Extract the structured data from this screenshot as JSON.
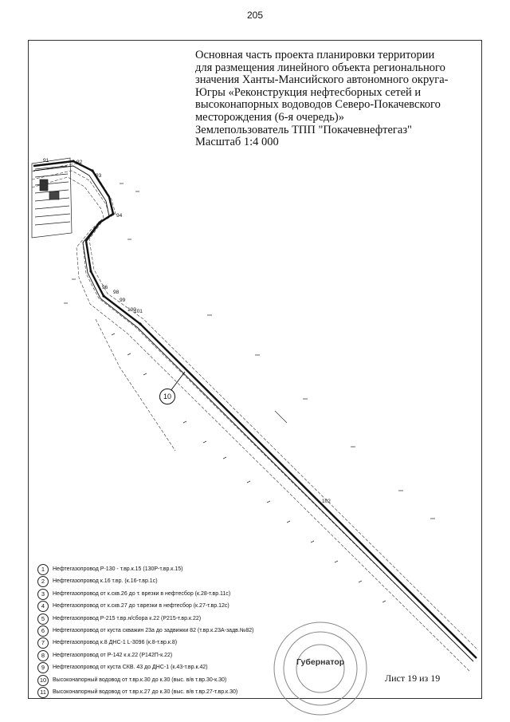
{
  "page_number": "205",
  "title_lines": [
    "Основная часть проекта планировки территории",
    "для размещения линейного объекта регионального",
    "значения Ханты-Мансийского автономного округа-",
    "Югры «Реконструкция нефтесборных сетей и",
    "высоконапорных водоводов Северо-Покачевского",
    "месторождения (6-я очередь)»",
    "Землепользователь ТПП \"Покачевнефтегаз\"",
    "Масштаб 1:4 000"
  ],
  "map_marker": "10",
  "point_labels": [
    "91",
    "92",
    "93",
    "94",
    "96",
    "98",
    "99",
    "100",
    "101",
    "102"
  ],
  "legend": [
    {
      "num": "1",
      "text": "Нефтегазопровод Р-130 - т.вр.к.15 (130Р-т.вр.к.15)"
    },
    {
      "num": "2",
      "text": "Нефтегазопровод к.16 т.вр. (к.16-т.вр.1с)"
    },
    {
      "num": "3",
      "text": "Нефтегазопровод от к.скв.26 до т. врезки в нефтесбор (к.28-т.вр.11с)"
    },
    {
      "num": "4",
      "text": "Нефтегазопровод от к.скв.27 до т.врезки в нефтесбор (к.27-т.вр.12с)"
    },
    {
      "num": "5",
      "text": "Нефтегазопровод Р-215 т.вр.н/сбора к.22 (Р215-т.вр.к.22)"
    },
    {
      "num": "6",
      "text": "Нефтегазопровод от куста скважин 23а до задвижки 82 (т.вр.к.23А-задв.№82)"
    },
    {
      "num": "7",
      "text": "Нефтегазопровод к.8 ДНС-1 L-3096 (к.8-т.вр.к.8)"
    },
    {
      "num": "8",
      "text": "Нефтегазопровод от Р-142 к.к.22 (Р142П-к.22)"
    },
    {
      "num": "9",
      "text": "Нефтегазопровод от куста СКВ. 43 до ДНС-1 (к.43-т.вр.к.42)"
    },
    {
      "num": "10",
      "text": "Высоконапорный водовод от т.вр.к.30 до к.30 (выс. в/в т.вр.30-к.30)"
    },
    {
      "num": "11",
      "text": "Высоконапорный водовод от т.вр.к.27 до к.30 (выс. в/в т.вр.27-т.вр.к.30)"
    }
  ],
  "stamp_text": "Губернатор",
  "sheet_label": "Лист 19 из 19"
}
